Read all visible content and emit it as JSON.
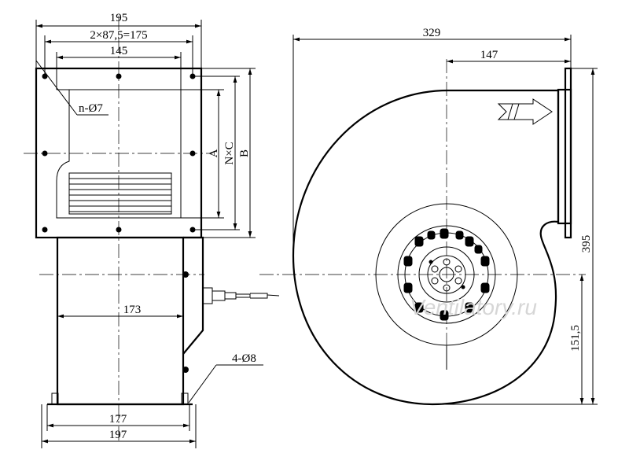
{
  "side_view": {
    "dims": {
      "overall_width": "195",
      "bolt_pitch": "2×87,5=175",
      "opening_width": "145",
      "body_width": "173",
      "base_inner": "177",
      "base_outer": "197"
    },
    "labels": {
      "flange_holes": "n-Ø7",
      "base_holes": "4-Ø8",
      "dim_a": "A",
      "dim_nxc": "N×C",
      "dim_b": "B"
    }
  },
  "front_view": {
    "dims": {
      "overall_length": "329",
      "outlet_offset": "147",
      "height": "395",
      "axis_height": "151,5"
    }
  },
  "watermark": "Ventilatory.ru"
}
